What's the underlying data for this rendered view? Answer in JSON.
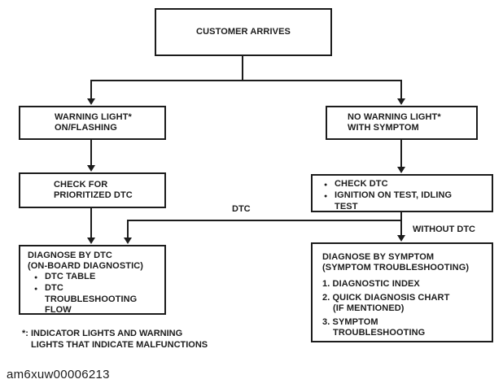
{
  "figure_id": "am6xuw00006213",
  "colors": {
    "ink": "#1c1c1c",
    "background": "#ffffff"
  },
  "nodes": {
    "customer_arrives": {
      "line1": "CUSTOMER ARRIVES"
    },
    "warning_light": {
      "line1": "WARNING LIGHT*",
      "line2": "ON/FLASHING"
    },
    "no_warning_light": {
      "line1": "NO WARNING LIGHT*",
      "line2": "WITH SYMPTOM"
    },
    "check_prioritized_dtc": {
      "line1": "CHECK FOR",
      "line2": "PRIORITIZED DTC"
    },
    "check_dtc": {
      "bullet1": "CHECK DTC",
      "bullet2": "IGNITION ON TEST, IDLING",
      "bullet2_cont": "TEST"
    },
    "diagnose_by_dtc": {
      "title1": "DIAGNOSE BY DTC",
      "title2": "(ON-BOARD DIAGNOSTIC)",
      "bullet1": "DTC TABLE",
      "bullet2": "DTC",
      "bullet2_cont1": "TROUBLESHOOTING",
      "bullet2_cont2": "FLOW"
    },
    "diagnose_by_symptom": {
      "title1": "DIAGNOSE BY SYMPTOM",
      "title2": "(SYMPTOM TROUBLESHOOTING)",
      "item1": "1. DIAGNOSTIC INDEX",
      "item2": "2. QUICK DIAGNOSIS CHART",
      "item2_cont": "(IF MENTIONED)",
      "item3": "3. SYMPTOM",
      "item3_cont": "TROUBLESHOOTING"
    }
  },
  "edge_labels": {
    "dtc": "DTC",
    "without_dtc": "WITHOUT DTC"
  },
  "footnote": {
    "line1": "*: INDICATOR LIGHTS AND WARNING",
    "line2": "LIGHTS THAT INDICATE MALFUNCTIONS"
  }
}
